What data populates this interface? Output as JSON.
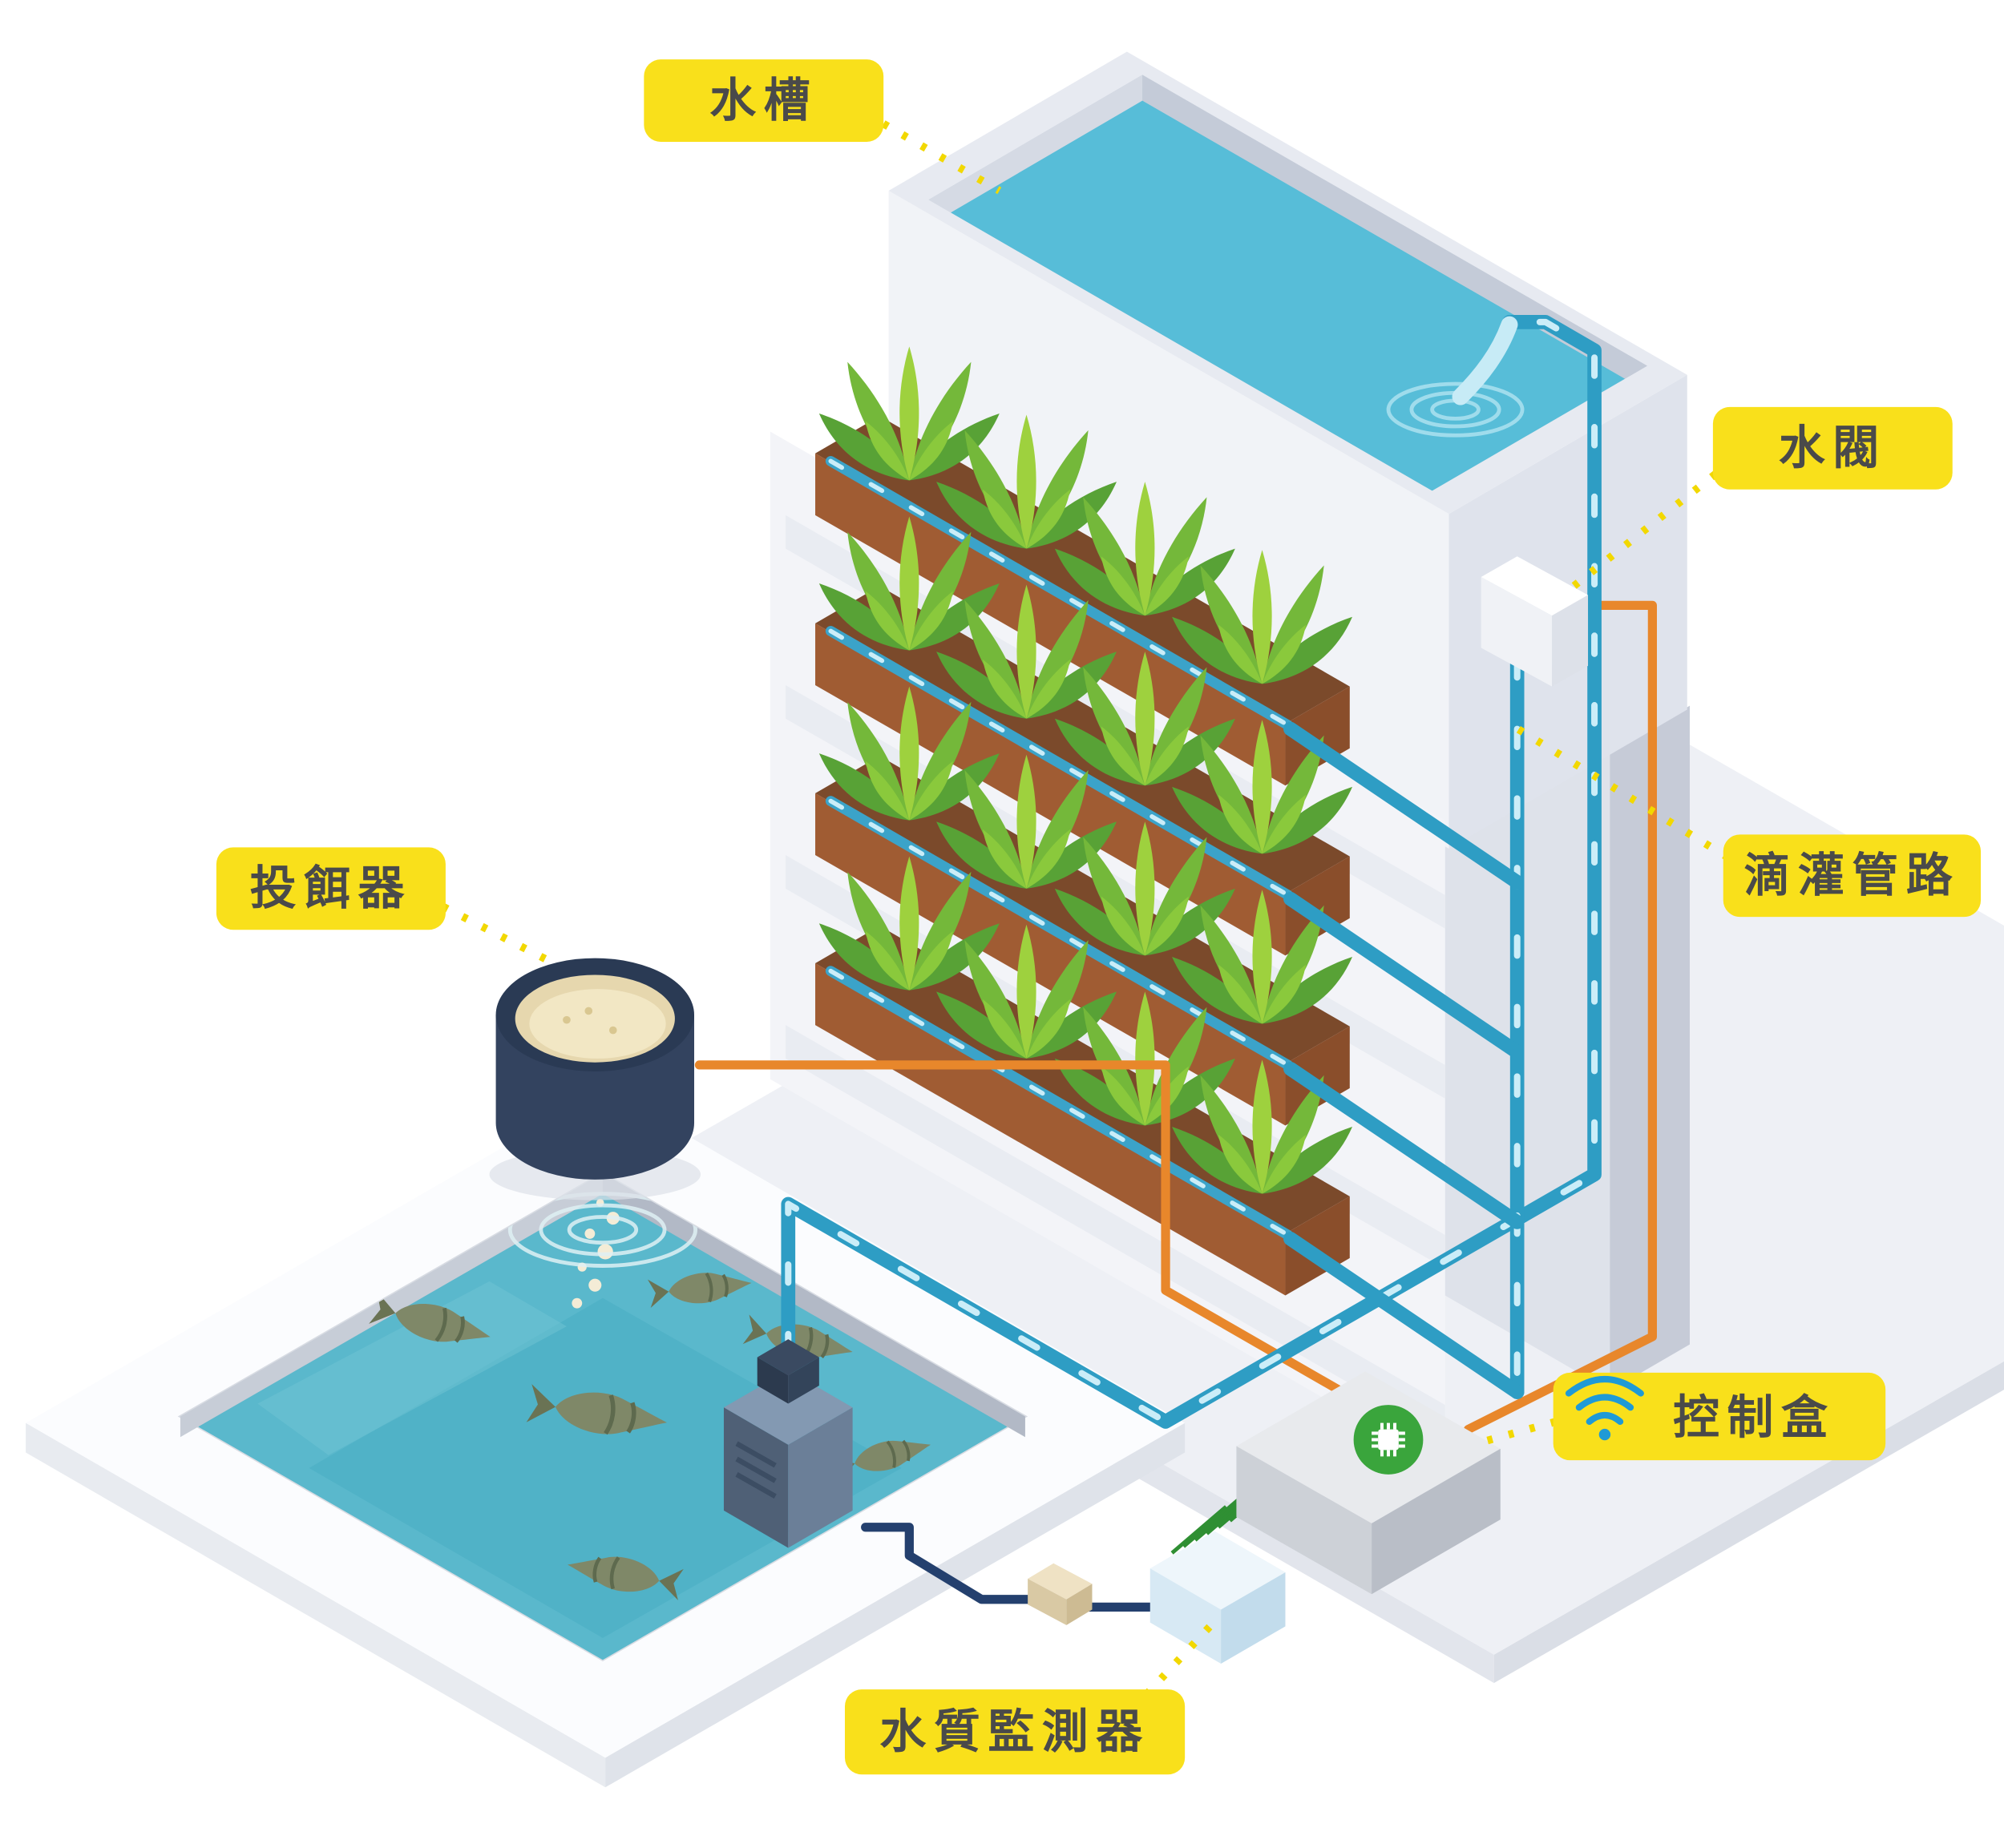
{
  "labels": {
    "water_tank": "水槽",
    "water_valve": "水閥",
    "drip_pipe": "滴灌管路",
    "feeder": "投餌器",
    "control_box": "控制盒",
    "water_quality_monitor": "水質監測器"
  },
  "icons": {
    "control_label_icon": "wifi-icon",
    "control_box_logo": "chip-logo-icon"
  },
  "colors": {
    "label_bg": "#F9E01B",
    "label_text": "#4A4A4A",
    "pipe_blue": "#2E9DC4",
    "pipe_dash": "#CBEDF8",
    "water_teal": "#57BDD8",
    "pond_teal": "#5AB8CC",
    "wire_orange": "#E8872B",
    "cable_navy": "#24406E",
    "plant_green": "#74B83A",
    "soil_brown": "#7B4A2B",
    "trough_brown": "#A05C33",
    "logo_green": "#3AA53C",
    "wifi_blue": "#1F9AD6",
    "feeder_navy": "#33435F",
    "feed_cream": "#F2E7C4"
  }
}
